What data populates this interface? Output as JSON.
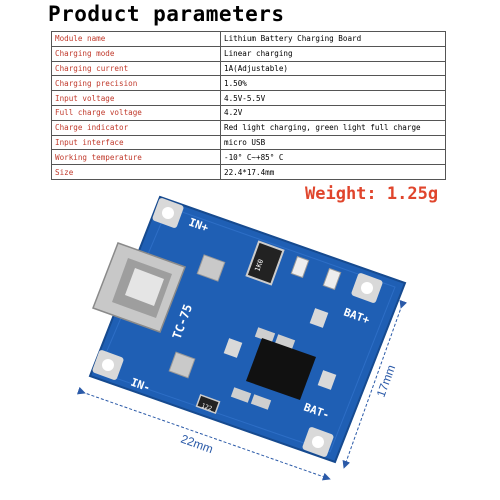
{
  "title": "Product parameters",
  "params": [
    {
      "label": "Module name",
      "value": "Lithium Battery Charging Board"
    },
    {
      "label": "Charging mode",
      "value": "Linear charging"
    },
    {
      "label": "Charging current",
      "value": "1A(Adjustable)"
    },
    {
      "label": "Charging precision",
      "value": "1.50%"
    },
    {
      "label": "Input voltage",
      "value": "4.5V-5.5V"
    },
    {
      "label": "Full charge voltage",
      "value": "4.2V"
    },
    {
      "label": "Charge indicator",
      "value": "Red light charging, green light full charge"
    },
    {
      "label": "Input interface",
      "value": "micro USB"
    },
    {
      "label": "Working temperature",
      "value": "-10° C~+85° C"
    },
    {
      "label": "Size",
      "value": "22.4*17.4mm"
    }
  ],
  "weight": "Weight: 1.25g",
  "dimensions": {
    "width": "22mm",
    "height": "17mm"
  },
  "board": {
    "labels": {
      "in_plus": "IN+",
      "in_minus": "IN-",
      "bat_plus": "BAT+",
      "bat_minus": "BAT-",
      "chip_marking": "TC-75",
      "resistor_1": "1K0",
      "resistor_2": "122"
    },
    "colors": {
      "pcb": "#1f5fb4",
      "pcb_dark": "#164a8f",
      "pad": "#d9d9d9",
      "usb": "#c8c8c8",
      "dimension": "#2b5aa8"
    }
  }
}
